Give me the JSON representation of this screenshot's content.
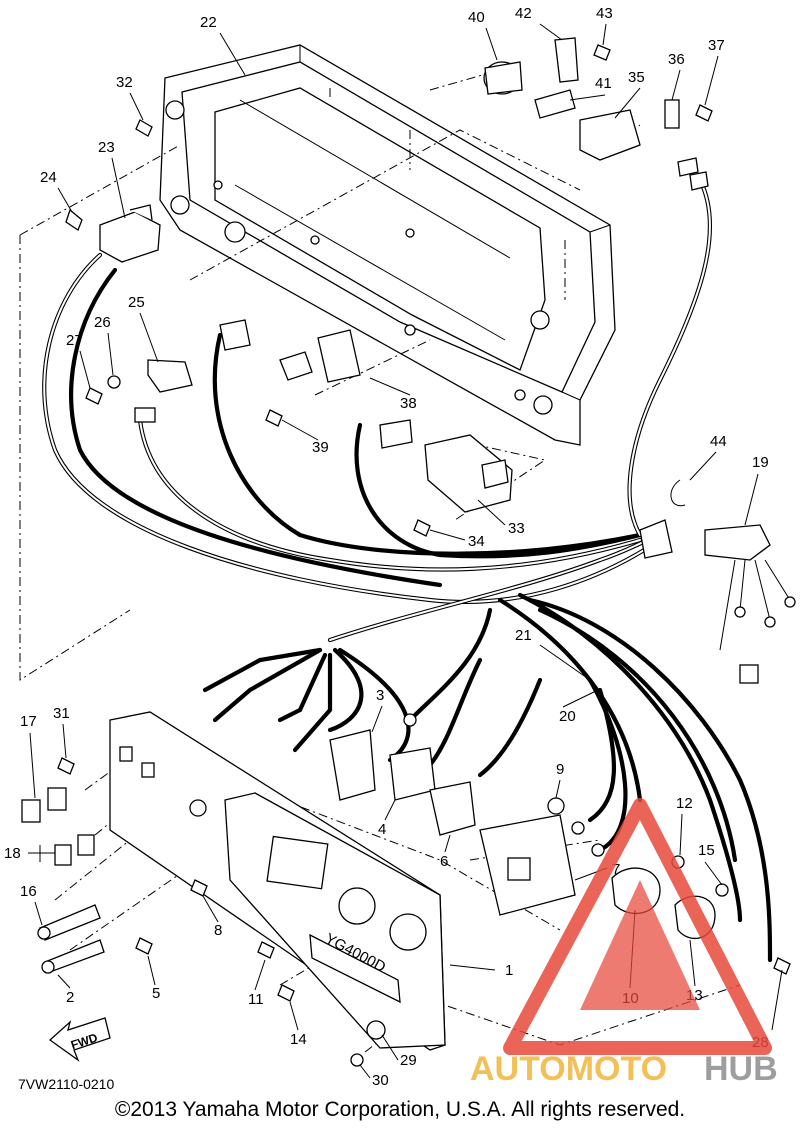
{
  "drawing_code": "7VW2110-0210",
  "copyright": "©2013 Yamaha Motor Corporation, U.S.A. All rights reserved.",
  "panel_label": "YG4000D",
  "direction_arrow": "FWD",
  "watermark": {
    "part1": "AUTOMOTO",
    "part2": "HUB",
    "color_accent": "#e8493c",
    "color_orange": "#f2b43a",
    "color_gray": "#8e8e8e"
  },
  "callouts": [
    "1",
    "2",
    "3",
    "4",
    "5",
    "6",
    "7",
    "8",
    "9",
    "10",
    "11",
    "12",
    "13",
    "14",
    "15",
    "16",
    "17",
    "18",
    "19",
    "20",
    "21",
    "22",
    "23",
    "24",
    "25",
    "26",
    "27",
    "28",
    "29",
    "30",
    "31",
    "32",
    "33",
    "34",
    "35",
    "36",
    "37",
    "38",
    "39",
    "40",
    "41",
    "42",
    "43",
    "44"
  ]
}
